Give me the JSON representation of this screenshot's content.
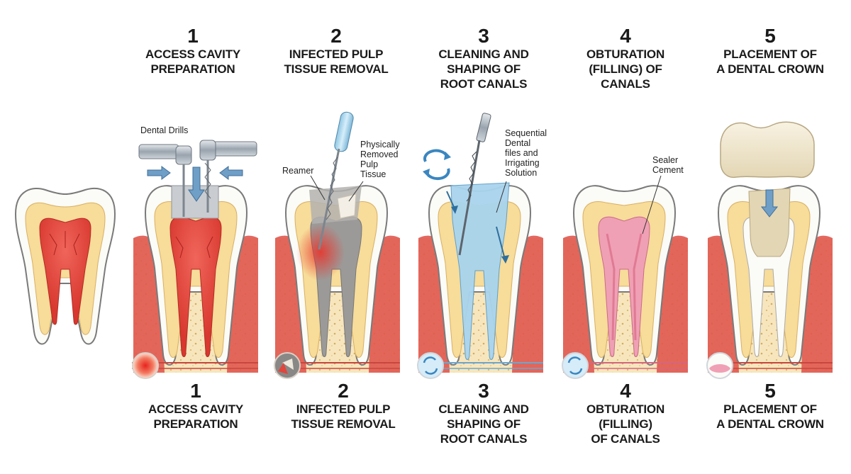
{
  "steps_top": [
    {
      "number": "1",
      "title": "ACCESS CAVITY\nPREPARATION"
    },
    {
      "number": "2",
      "title": "INFECTED PULP\nTISSUE REMOVAL"
    },
    {
      "number": "3",
      "title": "CLEANING AND\nSHAPING OF\nROOT CANALS"
    },
    {
      "number": "4",
      "title": "OBTURATION\n(FILLING) OF\nCANALS"
    },
    {
      "number": "5",
      "title": "PLACEMENT OF\nA DENTAL CROWN"
    }
  ],
  "steps_bottom": [
    {
      "number": "1",
      "title": "ACCESS CAVITY\nPREPARATION"
    },
    {
      "number": "2",
      "title": "INFECTED PULP\nTISSUE REMOVAL"
    },
    {
      "number": "3",
      "title": "CLEANING AND\nSHAPING OF\nROOT CANALS"
    },
    {
      "number": "4",
      "title": "OBTURATION\n(FILLING)\nOF CANALS"
    },
    {
      "number": "5",
      "title": "PLACEMENT OF\nA DENTAL CROWN"
    }
  ],
  "annotations": {
    "dental_drills": "Dental Drills",
    "reamer": "Reamer",
    "removed_pulp": "Physically\nRemoved\nPulp\nTissue",
    "files": "Sequential\nDental\nfiles and\nIrrigating\nSolution",
    "sealer": "Sealer\nCement"
  },
  "colors": {
    "enamel": "#fbfbf8",
    "dentin": "#f7dc9a",
    "pulp": "#e0463c",
    "gum": "#e0584f",
    "bone": "#f7e6bd",
    "irrigation": "#a9d4ee",
    "filling": "#f0a0b4",
    "crown": "#efe5cc"
  }
}
